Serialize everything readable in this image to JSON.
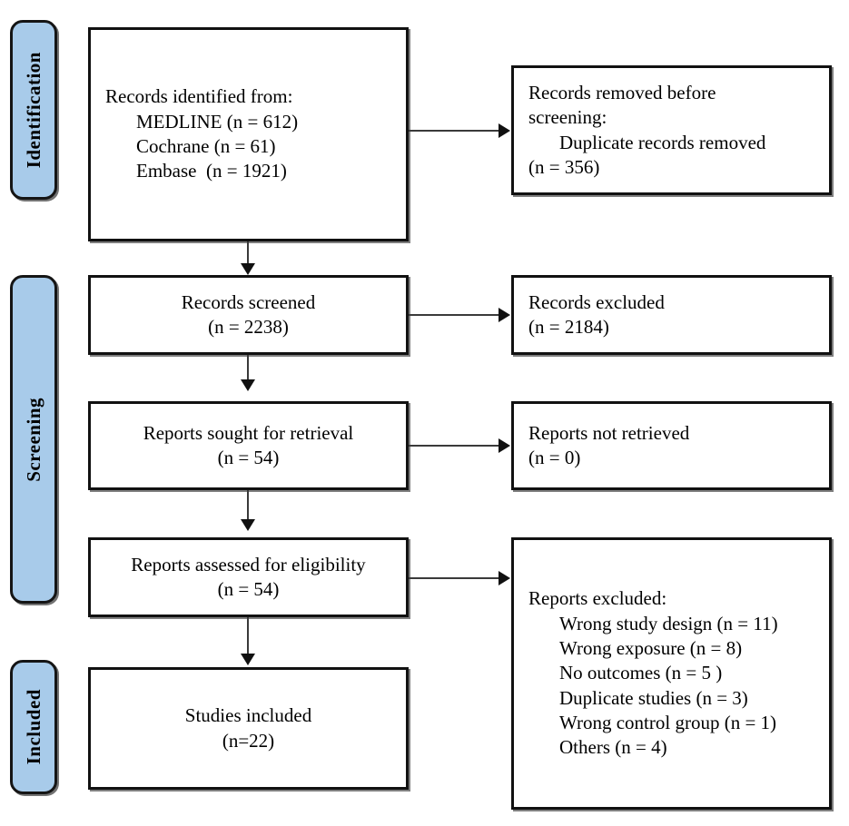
{
  "diagram": {
    "type": "PRISMA flow diagram",
    "accent_color": "#a8cbea",
    "border_color": "#111111",
    "background_color": "#ffffff"
  },
  "phases": [
    {
      "id": "identification",
      "label": "Identification"
    },
    {
      "id": "screening",
      "label": "Screening"
    },
    {
      "id": "included",
      "label": "Included"
    }
  ],
  "boxes": {
    "records_identified": {
      "lines": [
        "Records identified from:",
        "MEDLINE (n = 612)",
        "Cochrane (n = 61)",
        "Embase  (n = 1921)"
      ]
    },
    "records_removed": {
      "lines": [
        "Records removed before",
        "screening:",
        "Duplicate records removed",
        "(n = 356)"
      ]
    },
    "records_screened": {
      "lines": [
        "Records screened",
        "(n = 2238)"
      ]
    },
    "records_excluded": {
      "lines": [
        "Records excluded",
        "(n = 2184)"
      ]
    },
    "reports_sought": {
      "lines": [
        "Reports sought for retrieval",
        "(n = 54)"
      ]
    },
    "reports_not_retrieved": {
      "lines": [
        "Reports not retrieved",
        "(n = 0)"
      ]
    },
    "reports_assessed": {
      "lines": [
        "Reports assessed for eligibility",
        "(n = 54)"
      ]
    },
    "reports_excluded": {
      "lines": [
        "Reports excluded:",
        "Wrong study design (n = 11)",
        "Wrong exposure (n = 8)",
        "No outcomes (n = 5 )",
        "Duplicate studies (n = 3)",
        "Wrong control group (n = 1)",
        "Others (n = 4)"
      ]
    },
    "studies_included": {
      "lines": [
        "Studies included",
        "(n=22)"
      ]
    }
  },
  "counts": {
    "medline": 612,
    "cochrane": 61,
    "embase": 1921,
    "duplicates_removed": 356,
    "records_screened": 2238,
    "records_excluded": 2184,
    "reports_sought": 54,
    "reports_not_retrieved": 0,
    "reports_assessed": 54,
    "excluded_wrong_study_design": 11,
    "excluded_wrong_exposure": 8,
    "excluded_no_outcomes": 5,
    "excluded_duplicate_studies": 3,
    "excluded_wrong_control_group": 1,
    "excluded_others": 4,
    "studies_included": 22
  }
}
